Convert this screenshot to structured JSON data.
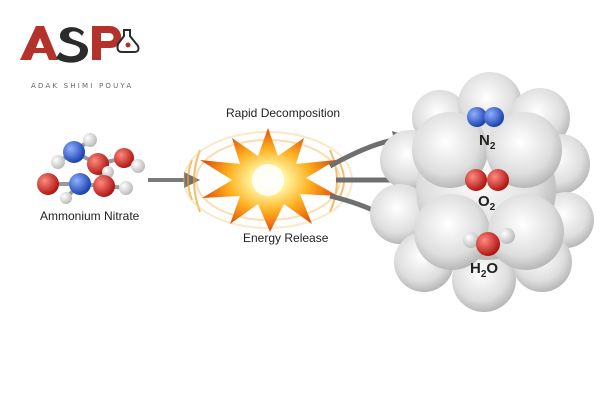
{
  "logo": {
    "brand_text": "ASP",
    "tagline": "ADAK SHIMI POUYA",
    "colors": {
      "primary": "#b3322b",
      "secondary": "#2b2b2b"
    }
  },
  "diagram": {
    "reactant_label": "Ammonium Nitrate",
    "process_top_label": "Rapid Decomposition",
    "process_bottom_label": "Energy Release",
    "products": [
      {
        "formula": "N",
        "subscript": "2",
        "atom_color": "#2f5fd0"
      },
      {
        "formula": "O",
        "subscript": "2",
        "atom_color": "#d42a25"
      },
      {
        "formula": "H",
        "subscript": "2",
        "suffix": "O",
        "atom_color": "#d42a25"
      }
    ],
    "colors": {
      "nitrogen": "#2f5fd0",
      "oxygen": "#d42a25",
      "hydrogen": "#eeeeee",
      "arrow": "#6f6f6f",
      "explosion_core": "#fff6b0",
      "explosion_outer": "#f07a10",
      "smoke": "#d6d6d6"
    }
  }
}
